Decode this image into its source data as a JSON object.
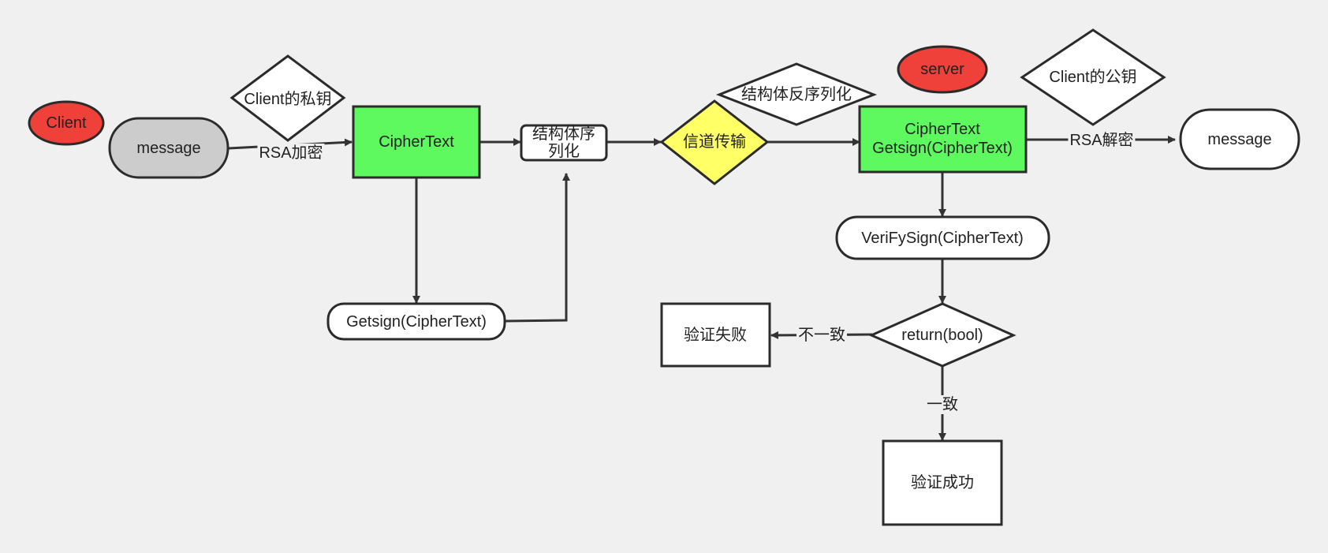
{
  "colors": {
    "background": "#f0f0f0",
    "green": "#5ef95e",
    "gray": "#cccccc",
    "yellow": "#ffff66",
    "red": "#f0403a",
    "stroke": "#2b2b2b"
  },
  "nodes": {
    "client": "Client",
    "message_in": "message",
    "client_private_key": "Client的私钥",
    "ciphertext": "CipherText",
    "serialize": "结构体序\n列化",
    "getsign": "Getsign(CipherText)",
    "channel": "信道传输",
    "deserialize": "结构体反序列化",
    "server": "server",
    "server_cipher": "CipherText\nGetsign(CipherText)",
    "client_public_key": "Client的公钥",
    "message_out": "message",
    "verify": "VeriFySign(CipherText)",
    "return_bool": "return(bool)",
    "verify_fail": "验证失败",
    "verify_success": "验证成功"
  },
  "edges": {
    "rsa_encrypt": "RSA加密",
    "rsa_decrypt": "RSA解密",
    "mismatch": "不一致",
    "match": "一致"
  }
}
